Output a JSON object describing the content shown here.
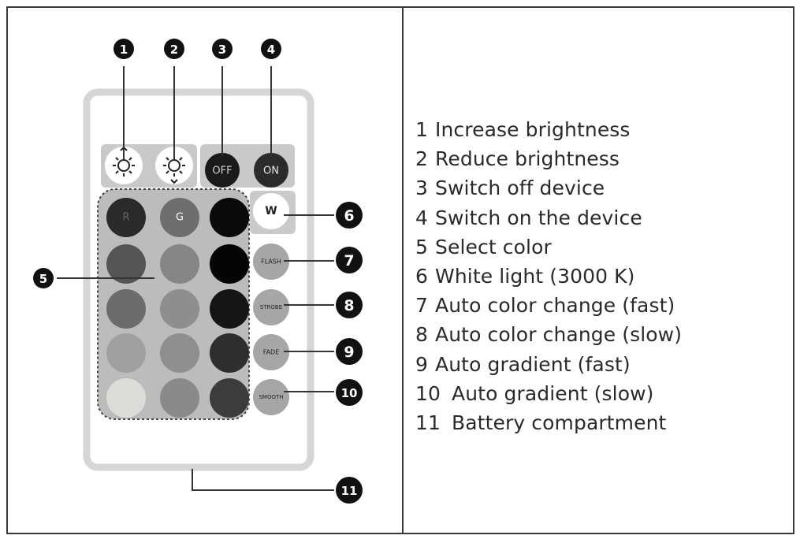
{
  "callouts": [
    {
      "id": "1",
      "label": "1"
    },
    {
      "id": "2",
      "label": "2"
    },
    {
      "id": "3",
      "label": "3"
    },
    {
      "id": "4",
      "label": "4"
    },
    {
      "id": "5",
      "label": "5"
    },
    {
      "id": "6",
      "label": "6"
    },
    {
      "id": "7",
      "label": "7"
    },
    {
      "id": "8",
      "label": "8"
    },
    {
      "id": "9",
      "label": "9"
    },
    {
      "id": "10",
      "label": "10"
    },
    {
      "id": "11",
      "label": "11"
    }
  ],
  "buttons": {
    "off": "OFF",
    "on": "ON",
    "r": "R",
    "g": "G",
    "w": "W",
    "flash": "FLASH",
    "strobe": "STROBE",
    "fade": "FADE",
    "smooth": "SMOOTH"
  },
  "legend": [
    {
      "num": "1",
      "text": "Increase brightness"
    },
    {
      "num": "2",
      "text": "Reduce brightness"
    },
    {
      "num": "3",
      "text": "Switch off device"
    },
    {
      "num": "4",
      "text": "Switch on the device"
    },
    {
      "num": "5",
      "text": "Select color"
    },
    {
      "num": "6",
      "text": "White light (3000 K)"
    },
    {
      "num": "7",
      "text": "Auto color change (fast)"
    },
    {
      "num": "8",
      "text": "Auto color change (slow)"
    },
    {
      "num": "9",
      "text": "Auto gradient (fast)"
    },
    {
      "num": "10",
      "text": "Auto gradient (slow)"
    },
    {
      "num": "11",
      "text": "Battery compartment"
    }
  ],
  "colors": {
    "remote_body": "#e4e4e4",
    "remote_outline": "#cfcfcf",
    "panel": "#c8c8c8",
    "callout": "#111111",
    "leader": "#333333"
  }
}
